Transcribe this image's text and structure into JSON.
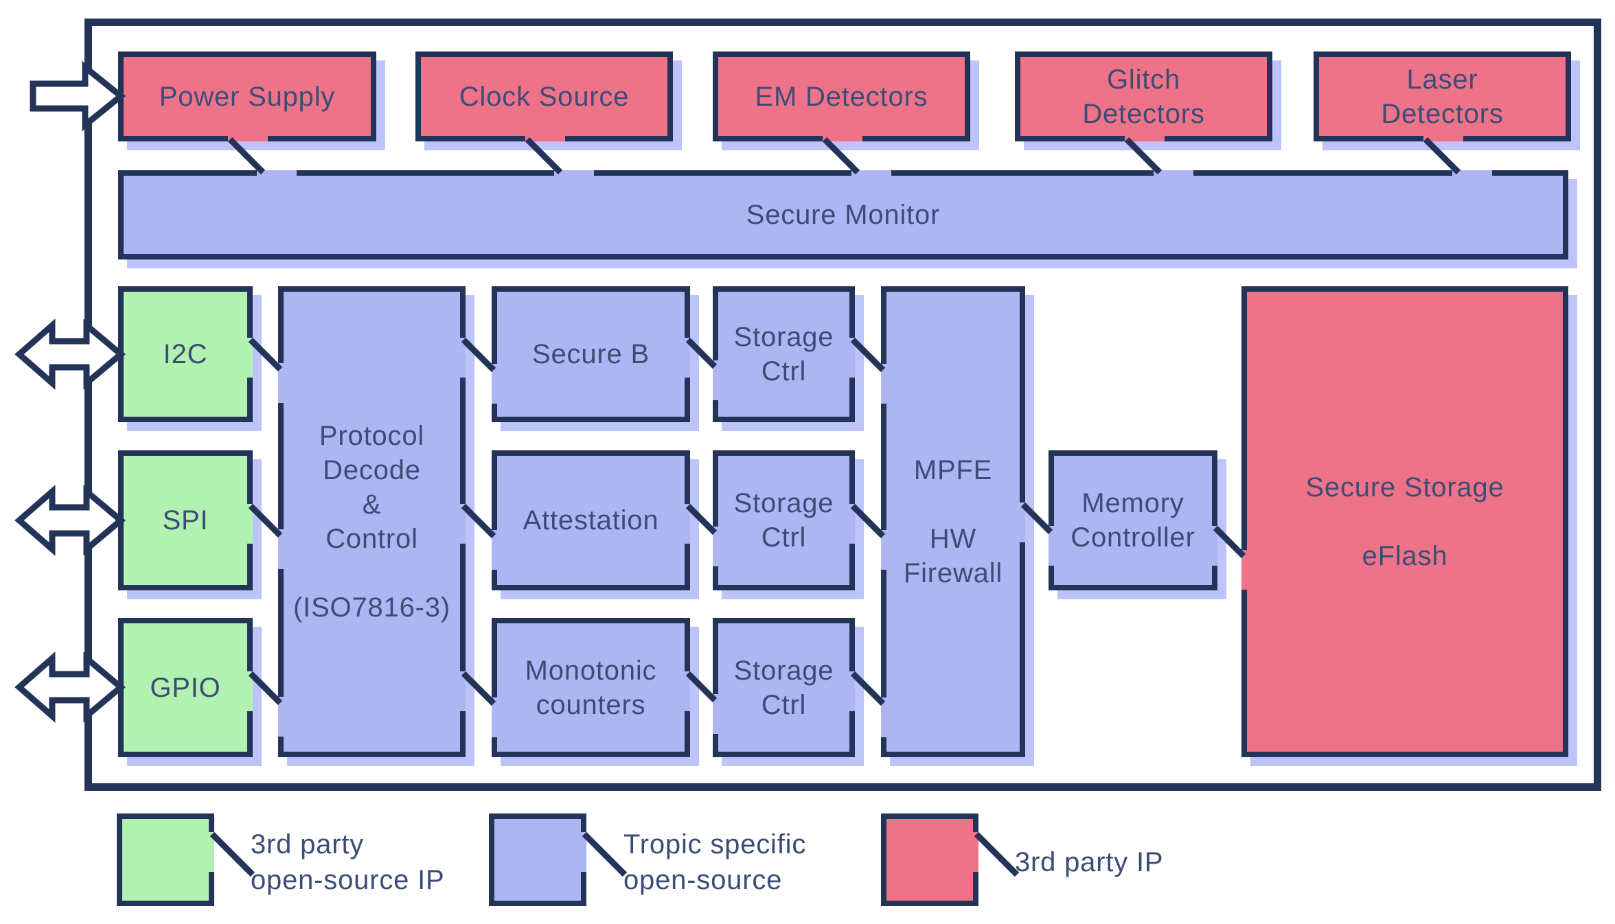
{
  "blocks": {
    "power_supply": "Power Supply",
    "clock_source": "Clock Source",
    "em_detectors": "EM Detectors",
    "glitch_detectors": "Glitch\nDetectors",
    "laser_detectors": "Laser\nDetectors",
    "secure_monitor": "Secure Monitor",
    "i2c": "I2C",
    "spi": "SPI",
    "gpio": "GPIO",
    "protocol_decode": "Protocol\nDecode\n&\nControl\n\n(ISO7816-3)",
    "secure_boot": "Secure B",
    "attestation": "Attestation",
    "monotonic_counters": "Monotonic\ncounters",
    "storage_ctrl_1": "Storage\nCtrl",
    "storage_ctrl_2": "Storage\nCtrl",
    "storage_ctrl_3": "Storage\nCtrl",
    "mpfe_hw_firewall": "MPFE\n\nHW\nFirewall",
    "memory_controller": "Memory\nController",
    "secure_storage_eflash": "Secure Storage\n\neFlash"
  },
  "legend": {
    "green": {
      "label": "3rd party\nopen-source IP",
      "color": "#b1f2b0"
    },
    "purple": {
      "label": "Tropic specific\nopen-source",
      "color": "#adb6f3"
    },
    "red": {
      "label": "3rd party IP",
      "color": "#ee7388"
    }
  },
  "colors": {
    "outline": "#243459",
    "text": "#3d4c77",
    "third_party_ip": "#ee7388",
    "tropic_specific": "#adb6f3",
    "third_party_open_source": "#b1f2b0",
    "shadow": "#bdc4fa",
    "background": "#ffffff"
  }
}
